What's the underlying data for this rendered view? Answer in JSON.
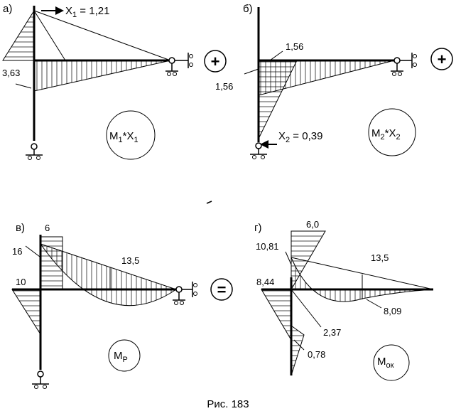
{
  "figure": {
    "caption": "Рис. 183",
    "operators": {
      "plus_a": "+",
      "plus_b": "+",
      "equals": "="
    }
  },
  "panel_a": {
    "letter": "а)",
    "force_name": "X",
    "force_sub": "1",
    "force_eq": " = 1,21",
    "value_left": "3,63",
    "circle_main": "M",
    "circle_sub": "1",
    "circle_tail": "*X",
    "circle_tail_sub": "1"
  },
  "panel_b": {
    "letter": "б)",
    "value_top": "1,56",
    "value_left": "1,56",
    "force_name": "X",
    "force_sub": "2",
    "force_eq": " = 0,39",
    "circle_main": "M",
    "circle_sub": "2",
    "circle_tail": "*X",
    "circle_tail_sub": "2"
  },
  "panel_v": {
    "letter": "в)",
    "value_top": "6",
    "value_16": "16",
    "value_10": "10",
    "value_mid": "13,5",
    "circle_main": "M",
    "circle_sub": "P"
  },
  "panel_g": {
    "letter": "г)",
    "value_top": "6,0",
    "value_1081": "10,81",
    "value_844": "8,44",
    "value_mid": "13,5",
    "value_809": "8,09",
    "value_237": "2,37",
    "value_078": "0,78",
    "circle_main": "M",
    "circle_sub": "ок"
  }
}
